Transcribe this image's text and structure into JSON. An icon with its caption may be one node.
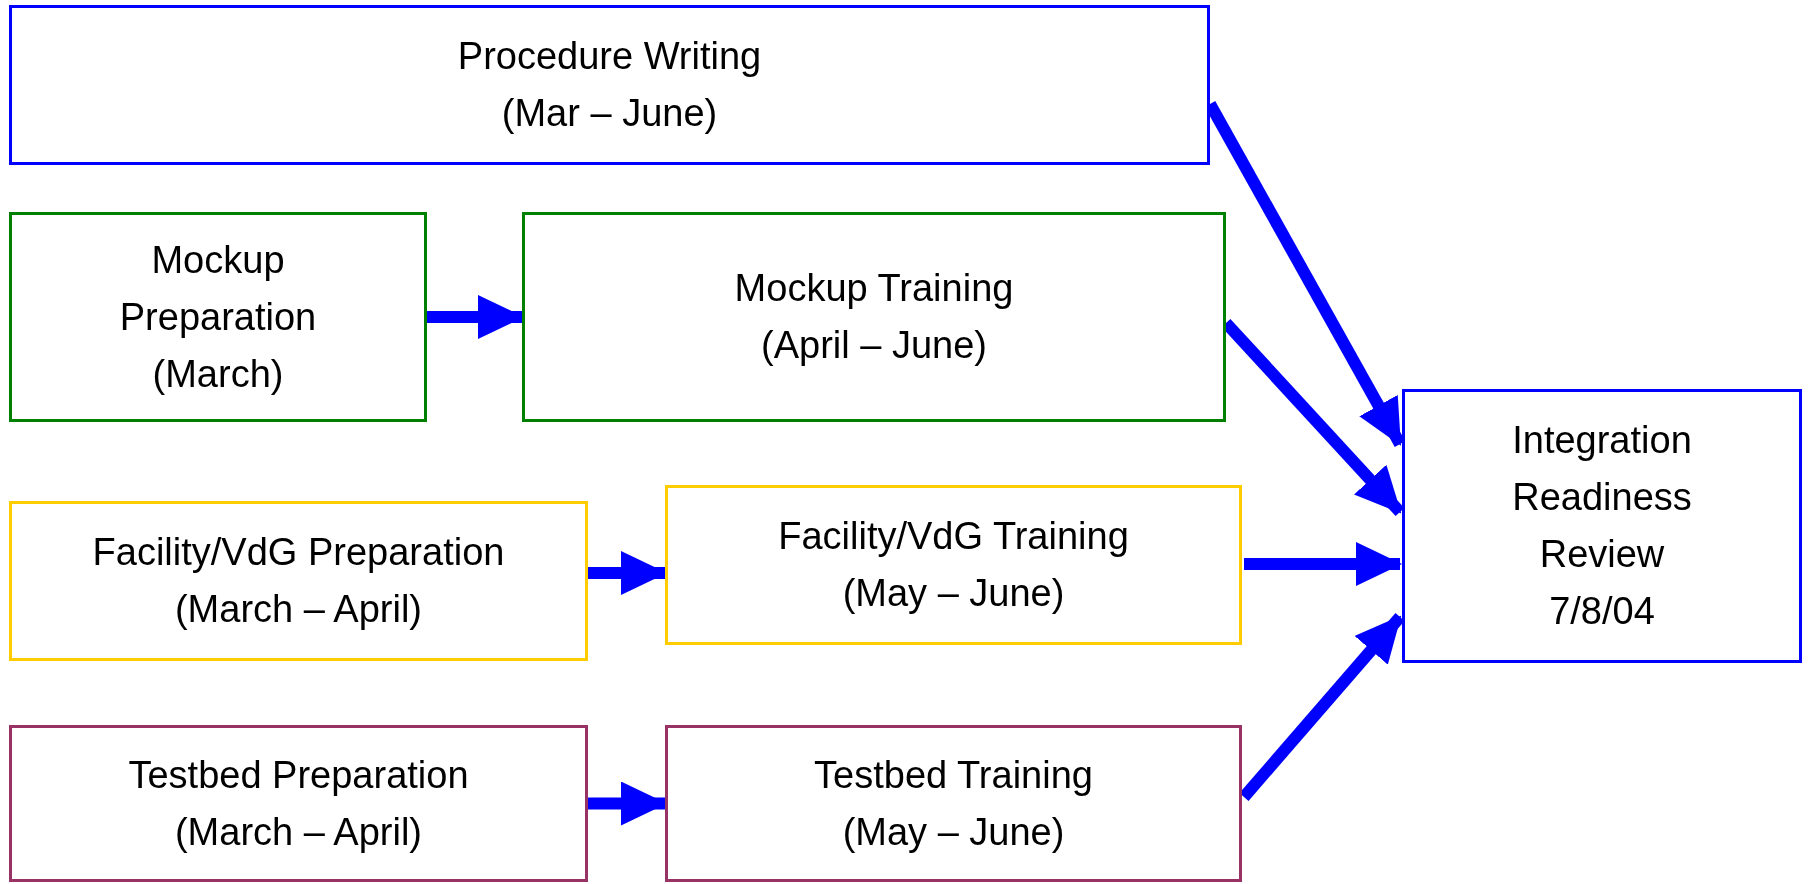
{
  "diagram": {
    "nodes": [
      {
        "text": [
          "Procedure Writing",
          "(Mar – June)"
        ]
      },
      {
        "text": [
          "Mockup Preparation",
          "(March)"
        ]
      },
      {
        "text": [
          "Mockup Training",
          "(April – June)"
        ]
      },
      {
        "text": [
          "Facility/VdG Preparation",
          "(March – April)"
        ]
      },
      {
        "text": [
          "Facility/VdG Training",
          "(May – June)"
        ]
      },
      {
        "text": [
          "Testbed Preparation",
          "(March – April)"
        ]
      },
      {
        "text": [
          "Testbed Training",
          "(May – June)"
        ]
      },
      {
        "text": [
          "Integration Readiness Review",
          "7/8/04"
        ]
      }
    ],
    "edges": [
      {
        "from": 1,
        "to": 2,
        "arrow": "to"
      },
      {
        "from": 3,
        "to": 4,
        "arrow": "to"
      },
      {
        "from": 5,
        "to": 6,
        "arrow": "to"
      },
      {
        "from": 0,
        "to": 7,
        "arrow": "to"
      },
      {
        "from": 2,
        "to": 7,
        "arrow": "to"
      },
      {
        "from": 4,
        "to": 7,
        "arrow": "to"
      },
      {
        "from": 6,
        "to": 7,
        "arrow": "to"
      }
    ]
  }
}
